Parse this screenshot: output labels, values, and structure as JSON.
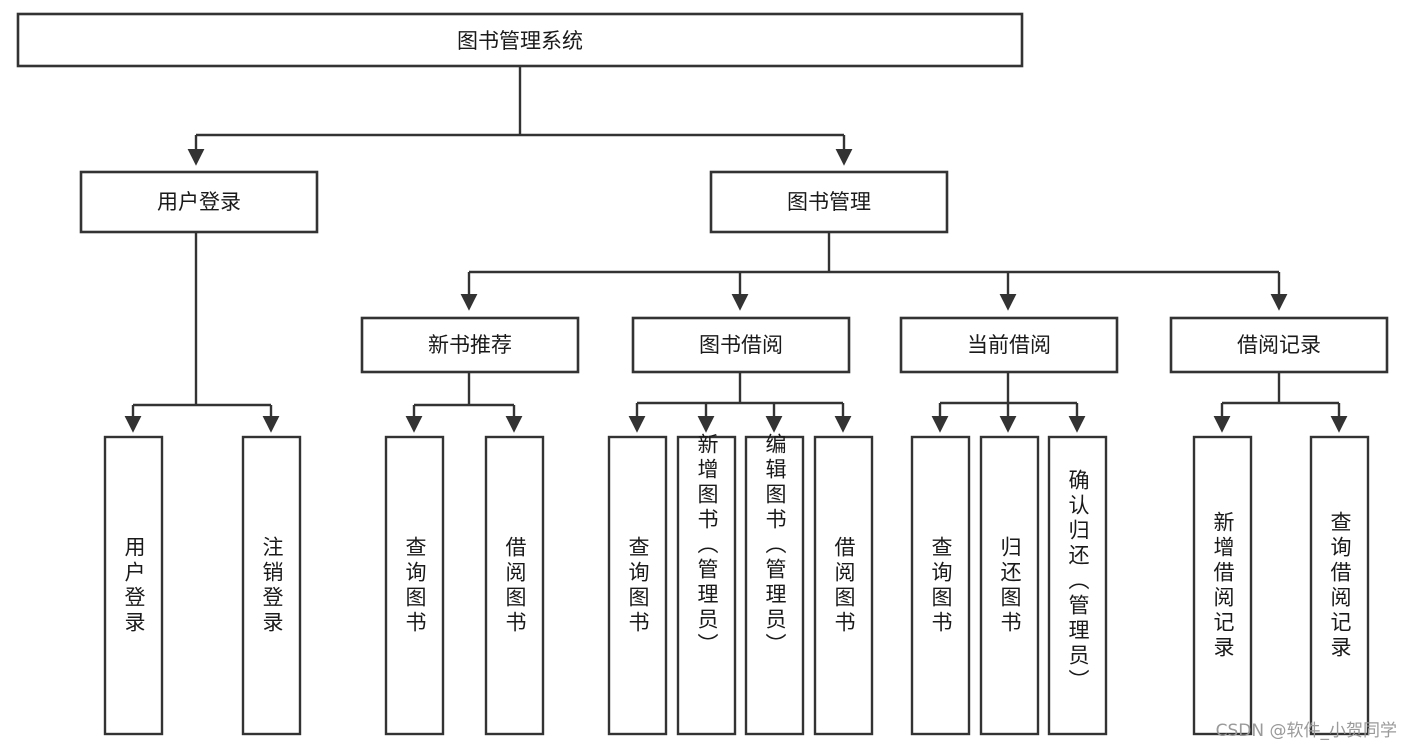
{
  "diagram": {
    "type": "tree-hierarchy",
    "title": "图书管理系统",
    "watermark": "CSDN @软件_小贺同学",
    "colors": {
      "stroke": "#333333",
      "fill": "#ffffff",
      "text": "#1a1a1a",
      "watermark": "#9a9a9a"
    },
    "root": {
      "label": "图书管理系统",
      "level": 0
    },
    "level1": [
      {
        "label": "用户登录"
      },
      {
        "label": "图书管理"
      }
    ],
    "level2": [
      {
        "label": "新书推荐"
      },
      {
        "label": "图书借阅"
      },
      {
        "label": "当前借阅"
      },
      {
        "label": "借阅记录"
      }
    ],
    "leaves": {
      "user_login": [
        {
          "label": "用户登录"
        },
        {
          "label": "注销登录"
        }
      ],
      "new_book_recommend": [
        {
          "label": "查询图书"
        },
        {
          "label": "借阅图书"
        }
      ],
      "book_borrow": [
        {
          "label": "查询图书"
        },
        {
          "label": "新增图书（管理员）"
        },
        {
          "label": "编辑图书（管理员）"
        },
        {
          "label": "借阅图书"
        }
      ],
      "current_borrow": [
        {
          "label": "查询图书"
        },
        {
          "label": "归还图书"
        },
        {
          "label": "确认归还（管理员）"
        }
      ],
      "borrow_record": [
        {
          "label": "新增借阅记录"
        },
        {
          "label": "查询借阅记录"
        }
      ]
    }
  }
}
